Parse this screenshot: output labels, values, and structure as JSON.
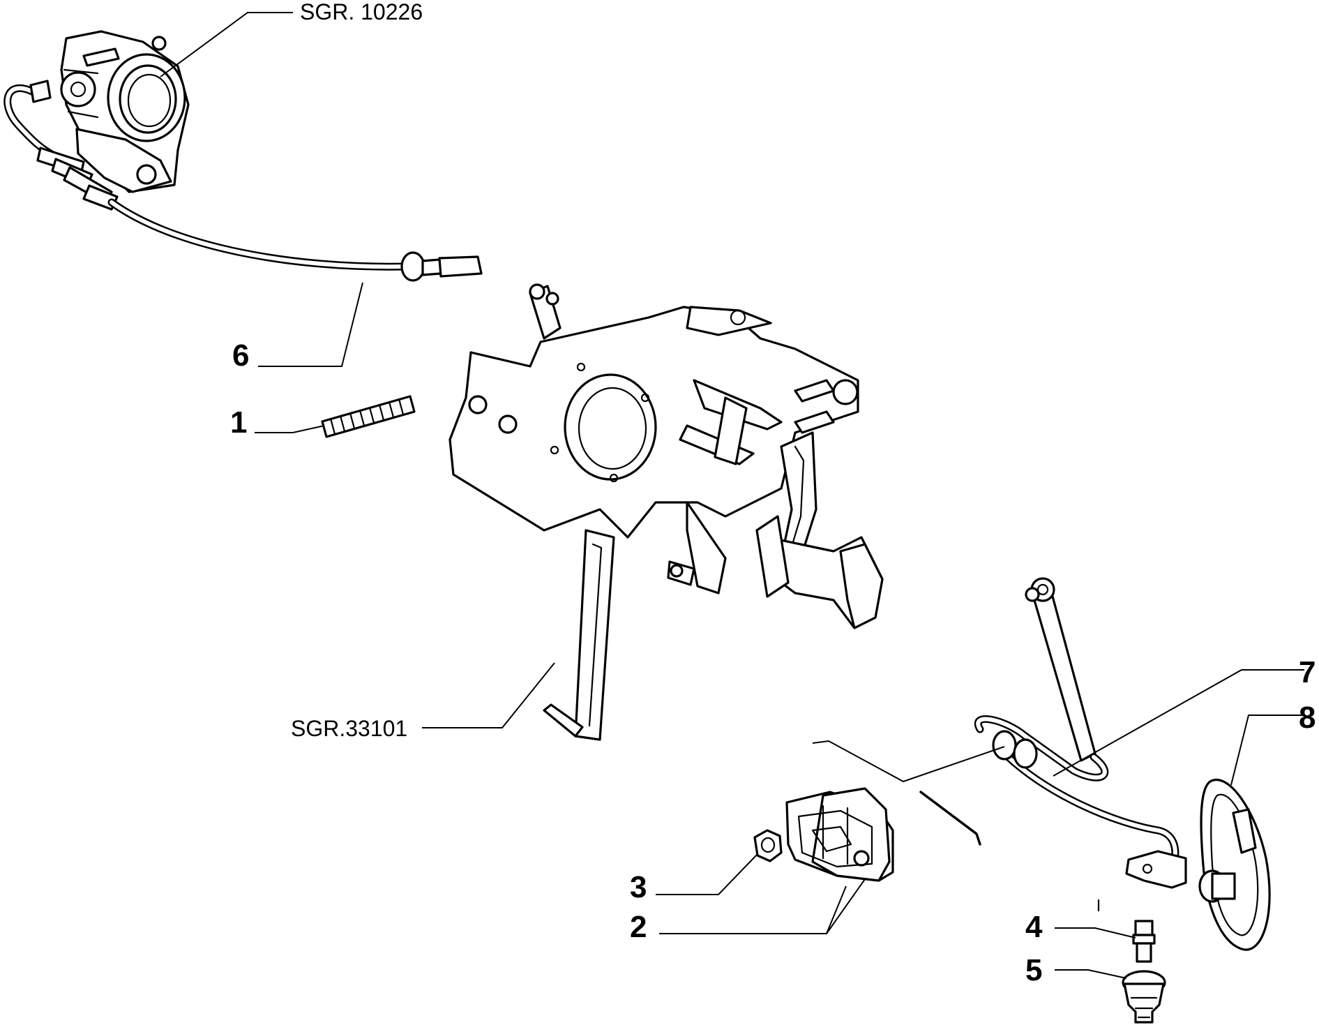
{
  "labels": {
    "ref_throttle": "SGR. 10226",
    "ref_pedals": "SGR.33101",
    "p1": "1",
    "p2": "2",
    "p3": "3",
    "p4": "4",
    "p5": "5",
    "p6": "6",
    "p7": "7",
    "p8": "8"
  }
}
